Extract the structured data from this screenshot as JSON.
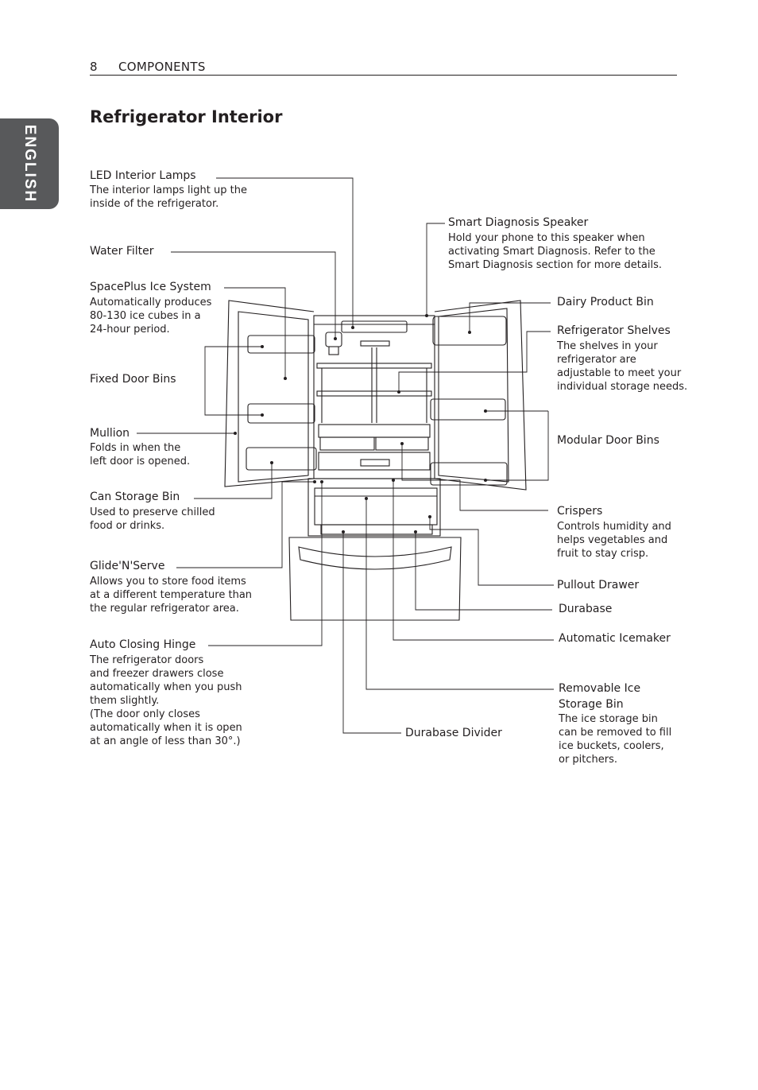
{
  "header": {
    "page_number": "8",
    "section": "COMPONENTS"
  },
  "side_tab": "ENGLISH",
  "title": "Refrigerator Interior",
  "callouts": {
    "led_interior_lamps": {
      "label": "LED Interior Lamps",
      "desc": "The interior lamps light up the\ninside of the refrigerator."
    },
    "water_filter": {
      "label": "Water Filter"
    },
    "spaceplus_ice_system": {
      "label": "SpacePlus Ice System",
      "desc": "Automatically produces\n80-130 ice cubes in a\n24-hour period."
    },
    "fixed_door_bins": {
      "label": "Fixed Door Bins"
    },
    "mullion": {
      "label": "Mullion",
      "desc": "Folds in when the\nleft door is opened."
    },
    "can_storage_bin": {
      "label": "Can Storage Bin",
      "desc": "Used to preserve chilled\nfood or drinks."
    },
    "glide_n_serve": {
      "label": "Glide'N'Serve",
      "desc": "Allows you to store food items\nat a different temperature than\nthe regular refrigerator area."
    },
    "auto_closing_hinge": {
      "label": "Auto Closing Hinge",
      "desc": "The refrigerator doors\nand freezer drawers close\nautomatically when you push\nthem slightly.\n(The door only closes\nautomatically when it is open\nat an angle of less than 30°.)"
    },
    "smart_diagnosis_speaker": {
      "label": "Smart Diagnosis Speaker",
      "desc": "Hold your phone to this speaker when\nactivating Smart Diagnosis. Refer to the\nSmart Diagnosis section for more details."
    },
    "dairy_product_bin": {
      "label": "Dairy Product Bin"
    },
    "refrigerator_shelves": {
      "label": "Refrigerator Shelves",
      "desc": "The shelves in your\nrefrigerator are\nadjustable to meet your\nindividual storage needs."
    },
    "modular_door_bins": {
      "label": "Modular Door Bins"
    },
    "crispers": {
      "label": "Crispers",
      "desc": "Controls humidity and\nhelps vegetables and\nfruit to stay crisp."
    },
    "pullout_drawer": {
      "label": "Pullout Drawer"
    },
    "durabase": {
      "label": "Durabase"
    },
    "automatic_icemaker": {
      "label": "Automatic Icemaker"
    },
    "removable_ice_storage_bin": {
      "label": "Removable Ice\nStorage Bin",
      "desc": "The ice storage bin\ncan be removed to fill\nice buckets, coolers,\nor pitchers."
    },
    "durabase_divider": {
      "label": "Durabase Divider"
    }
  }
}
